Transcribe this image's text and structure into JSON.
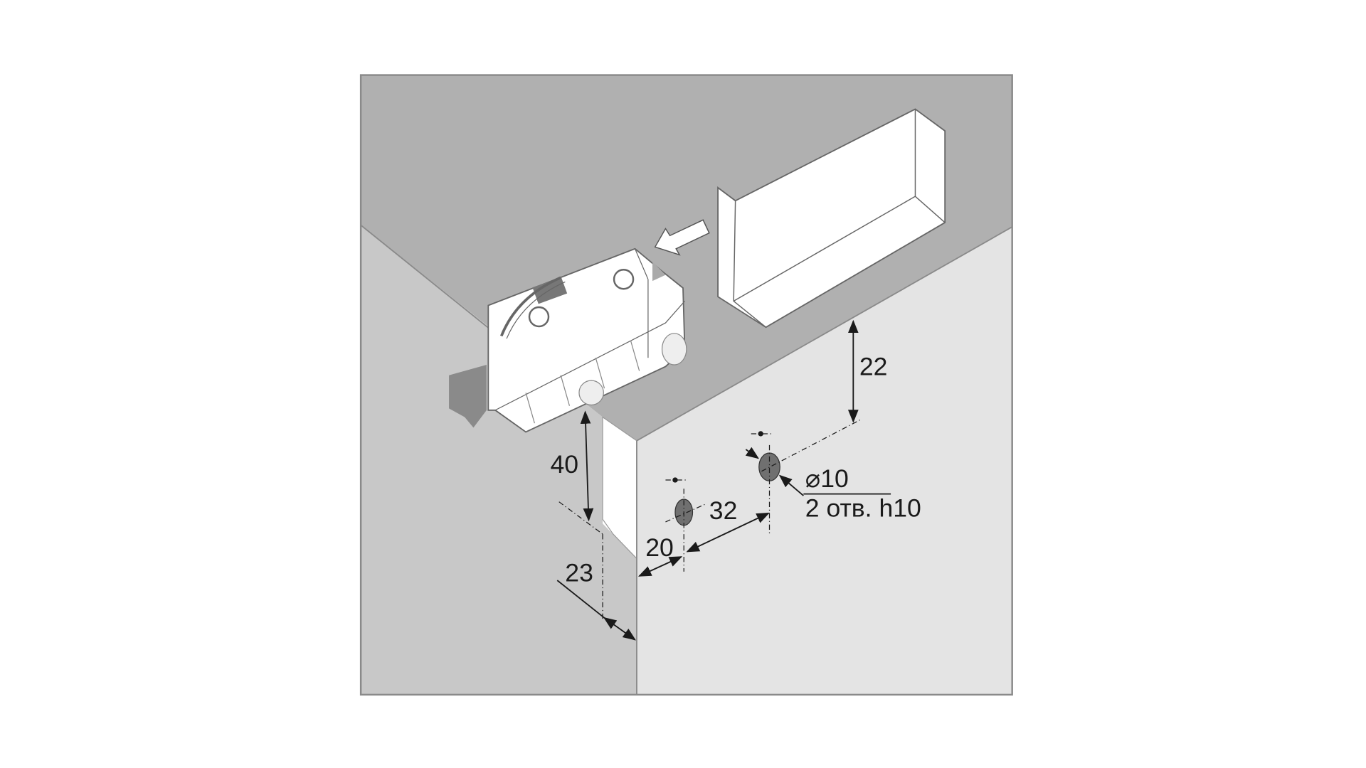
{
  "diagram": {
    "dimensions": {
      "height_top": "22",
      "height_side": "40",
      "depth": "23",
      "offset_edge": "20",
      "hole_spacing": "32",
      "hole_diameter": "⌀10",
      "hole_note": "2 отв. h10"
    },
    "colors": {
      "ceiling": "#b0b0b0",
      "left_wall": "#c8c8c8",
      "right_wall": "#e4e4e4",
      "part": "#ffffff",
      "hole": "#707070"
    }
  }
}
